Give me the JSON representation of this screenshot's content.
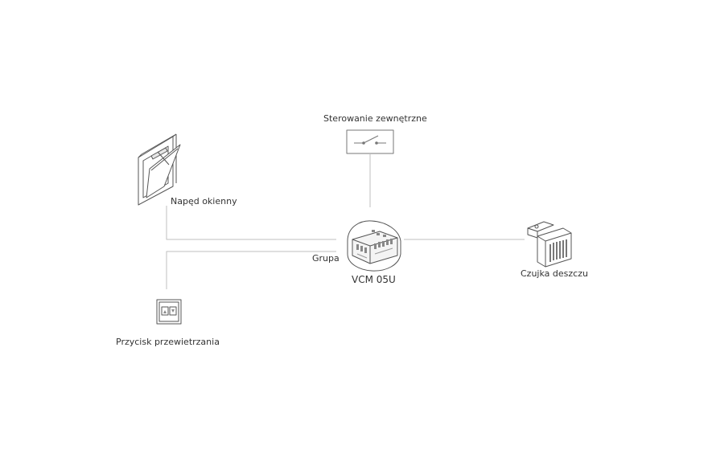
{
  "diagram": {
    "nodes": {
      "external_control": {
        "label": "Sterowanie zewnętrzne"
      },
      "window_drive": {
        "label": "Napęd okienny"
      },
      "group": {
        "label": "Grupa"
      },
      "controller": {
        "label": "VCM 05U"
      },
      "rain_sensor": {
        "label": "Czujka deszczu"
      },
      "vent_button": {
        "label": "Przycisk przewietrzania"
      }
    },
    "colors": {
      "line": "#bfbfbf",
      "outline": "#555555",
      "text": "#333333"
    }
  }
}
